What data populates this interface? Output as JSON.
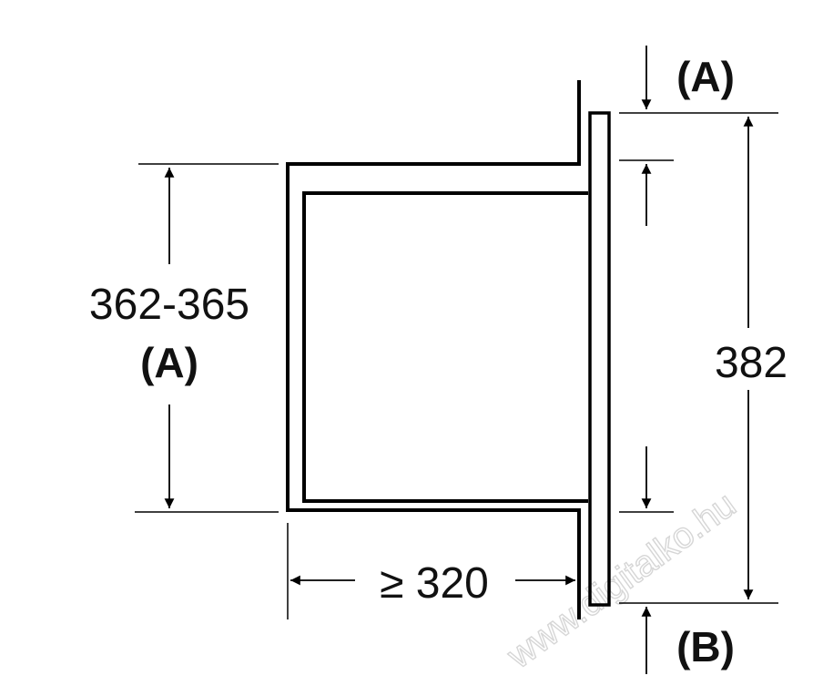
{
  "labels": {
    "height_range": "362-365",
    "height_code": "(A)",
    "depth": "≥ 320",
    "total_height": "382",
    "top_code": "(A)",
    "bottom_code": "(B)"
  },
  "watermark": "www.digitalko.hu"
}
